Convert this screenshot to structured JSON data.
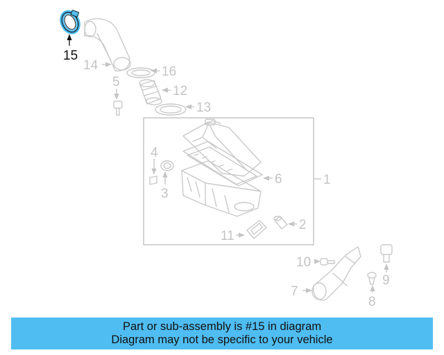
{
  "highlight": {
    "part": "15",
    "color": "#4fbdf2"
  },
  "callouts": [
    {
      "id": "15",
      "highlighted": true
    },
    {
      "id": "14"
    },
    {
      "id": "16"
    },
    {
      "id": "5"
    },
    {
      "id": "12"
    },
    {
      "id": "13"
    },
    {
      "id": "4"
    },
    {
      "id": "3"
    },
    {
      "id": "6"
    },
    {
      "id": "1"
    },
    {
      "id": "11"
    },
    {
      "id": "2"
    },
    {
      "id": "10"
    },
    {
      "id": "9"
    },
    {
      "id": "7"
    },
    {
      "id": "8"
    }
  ],
  "caption": {
    "line1": "Part or sub-assembly is #15 in diagram",
    "line2": "Diagram may not be specific to your vehicle"
  }
}
